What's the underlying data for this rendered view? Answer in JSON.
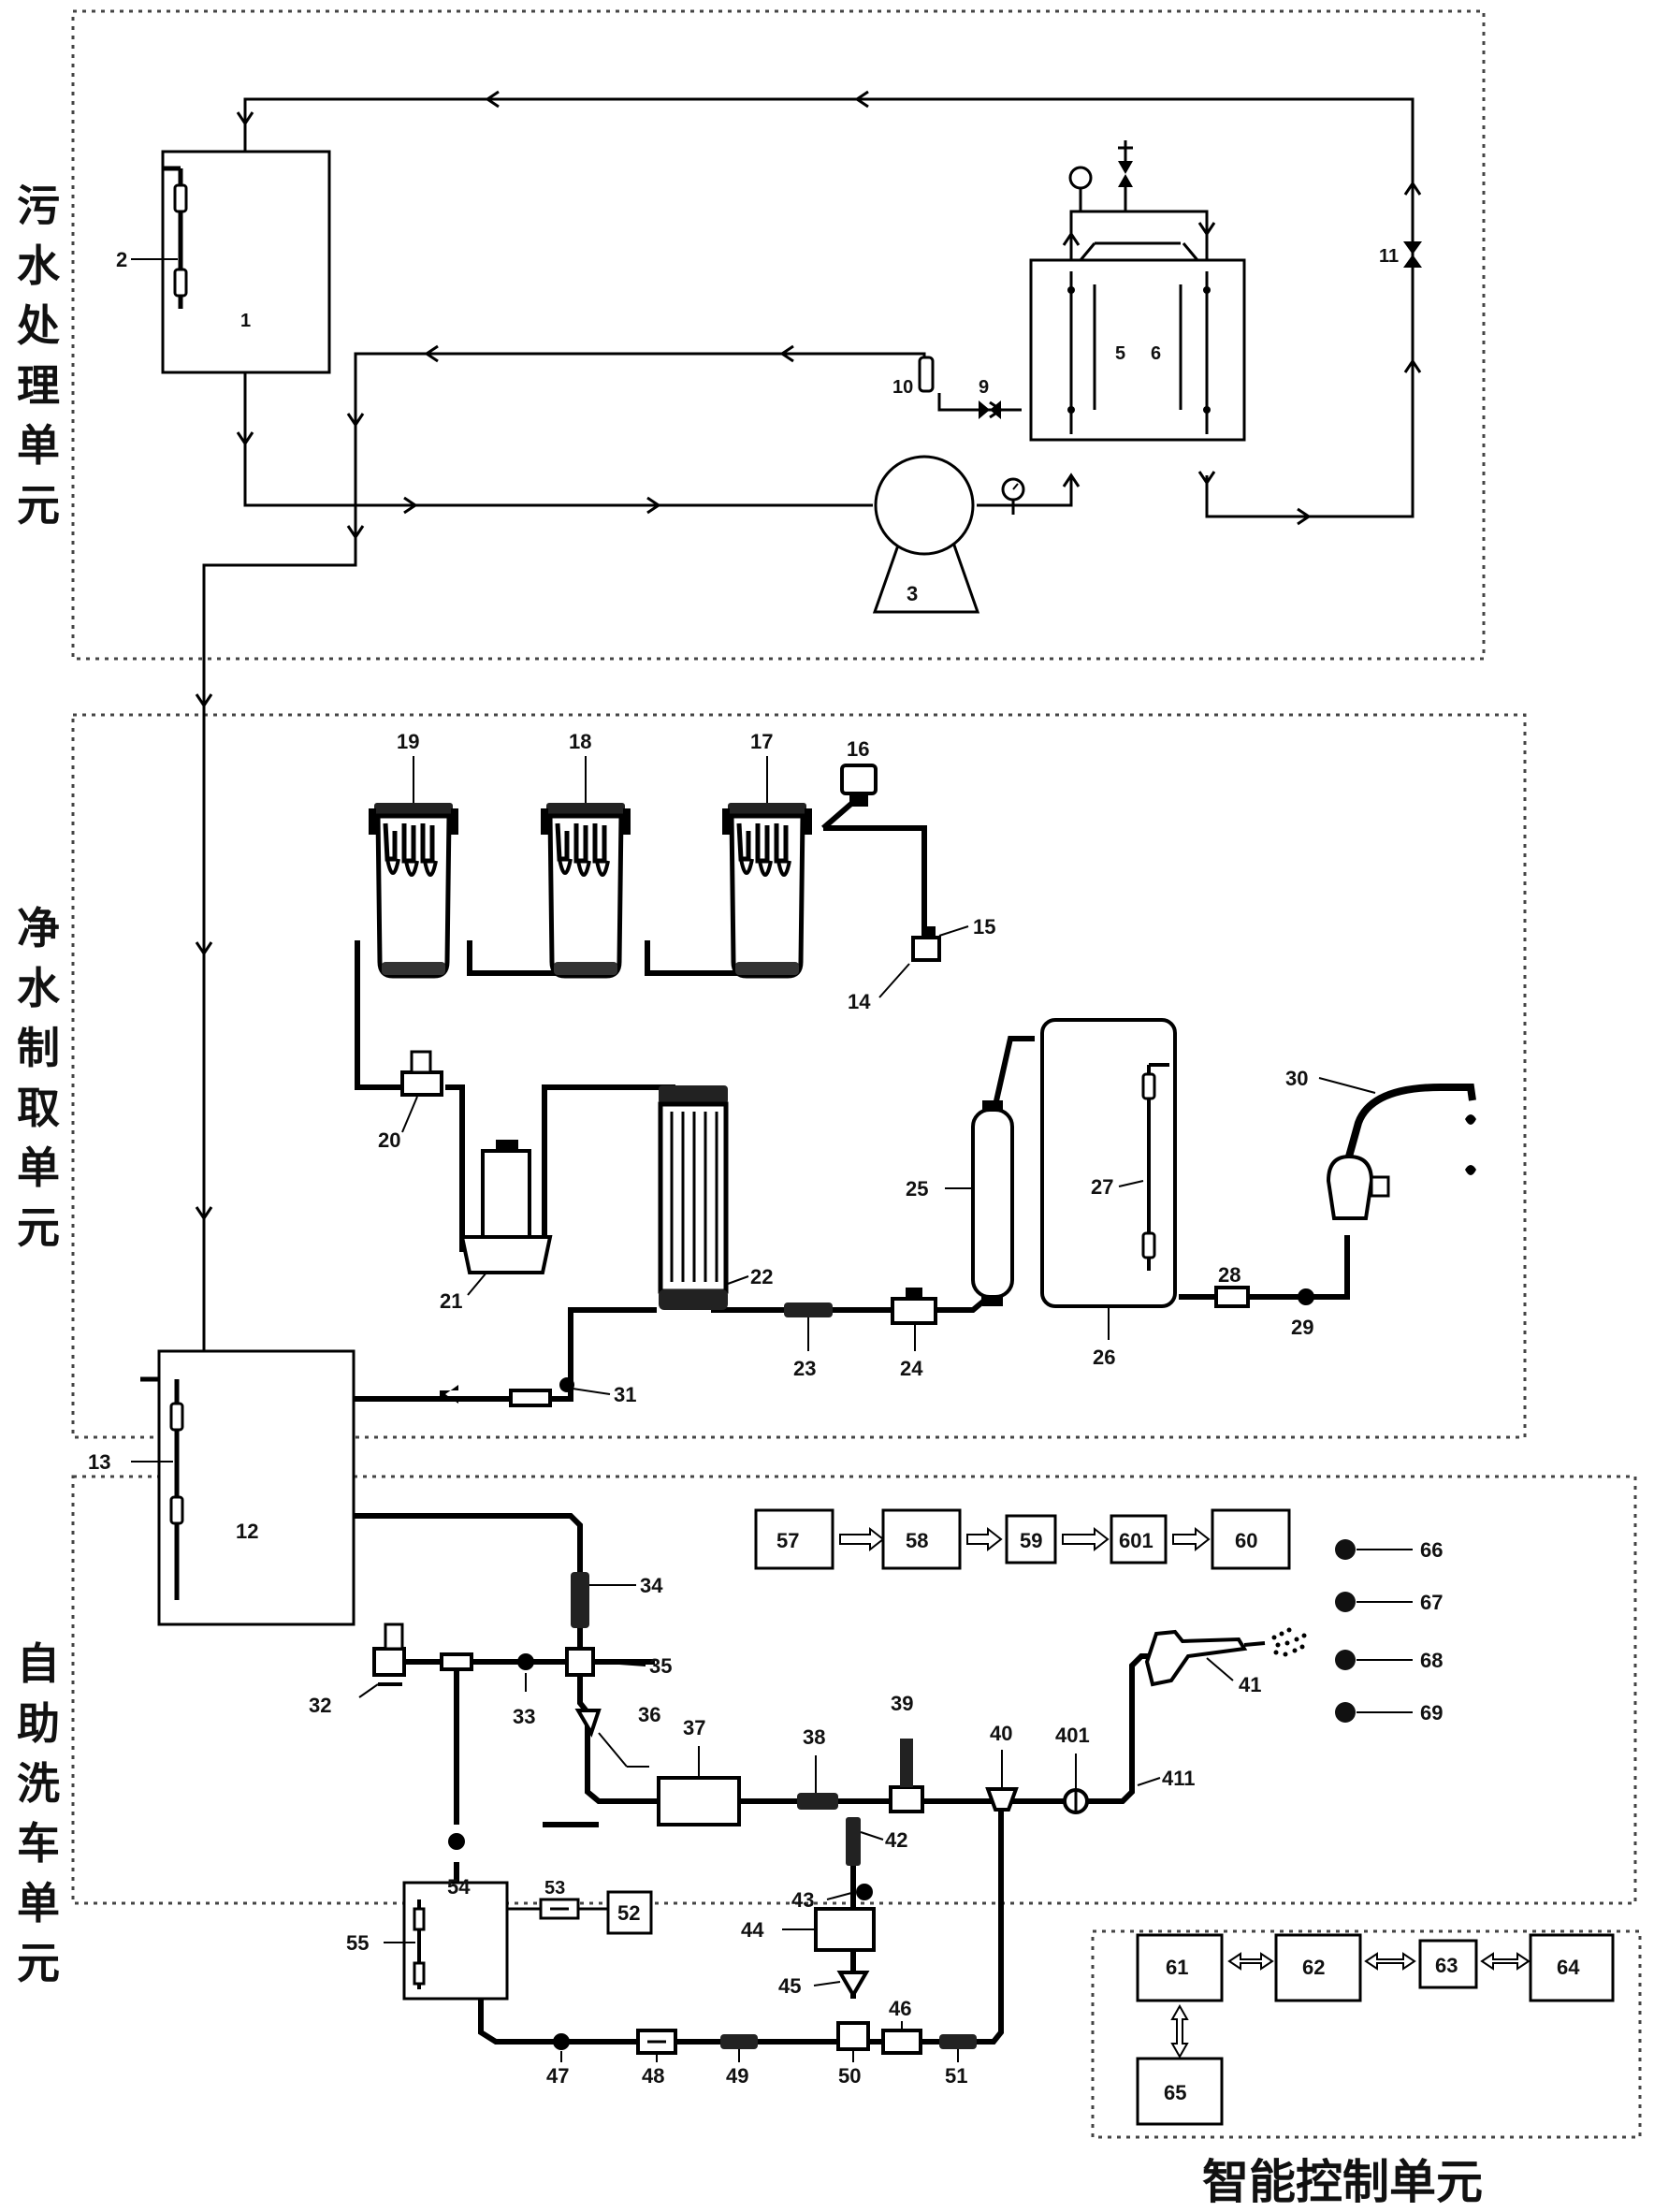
{
  "units": {
    "sewage": "污水处理单元",
    "purify": "净水制取单元",
    "wash": "自助洗车单元",
    "control": "智能控制单元"
  },
  "components": {
    "c1": "1",
    "c2": "2",
    "c3": "3",
    "c5": "5",
    "c6": "6",
    "c9": "9",
    "c10": "10",
    "c11": "11",
    "c12": "12",
    "c13": "13",
    "c14": "14",
    "c15": "15",
    "c16": "16",
    "c17": "17",
    "c18": "18",
    "c19": "19",
    "c20": "20",
    "c21": "21",
    "c22": "22",
    "c23": "23",
    "c24": "24",
    "c25": "25",
    "c26": "26",
    "c27": "27",
    "c28": "28",
    "c29": "29",
    "c30": "30",
    "c31": "31",
    "c32": "32",
    "c33": "33",
    "c34": "34",
    "c35": "35",
    "c36": "36",
    "c37": "37",
    "c38": "38",
    "c39": "39",
    "c40": "40",
    "c401": "401",
    "c41": "41",
    "c411": "411",
    "c42": "42",
    "c43": "43",
    "c44": "44",
    "c45": "45",
    "c46": "46",
    "c47": "47",
    "c48": "48",
    "c49": "49",
    "c50": "50",
    "c51": "51",
    "c52": "52",
    "c53": "53",
    "c54": "54",
    "c55": "55",
    "c57": "57",
    "c58": "58",
    "c59": "59",
    "c601": "601",
    "c60": "60",
    "c61": "61",
    "c62": "62",
    "c63": "63",
    "c64": "64",
    "c65": "65",
    "c66": "66",
    "c67": "67",
    "c68": "68",
    "c69": "69"
  }
}
